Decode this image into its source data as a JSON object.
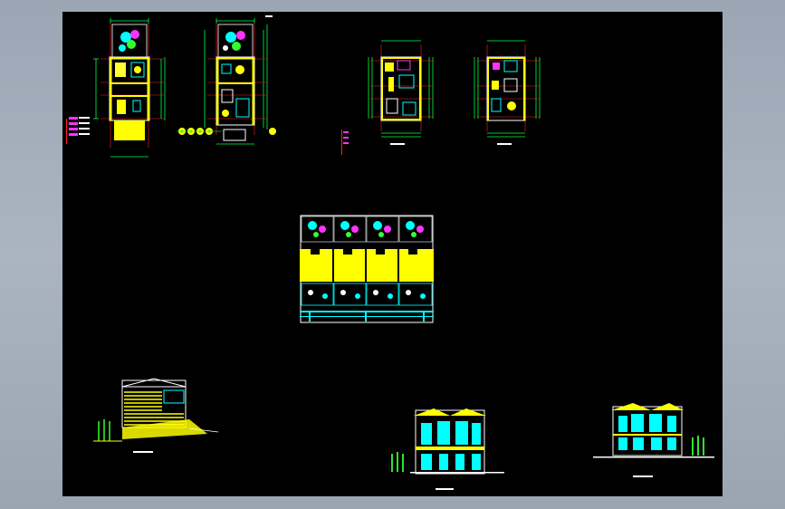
{
  "viewport": {
    "background": "#000000",
    "frame_color": "#a4afbb"
  },
  "colors": {
    "wall": "#ffff00",
    "fill_yellow": "#ffff33",
    "dimension": "#00ff44",
    "axis": "#ff2020",
    "outline": "#ffffff",
    "cyan": "#00ffff",
    "magenta": "#ff33ff",
    "tree": "#33ff33"
  },
  "drawings": {
    "floor_plan_1": "floor-plan",
    "floor_plan_2": "floor-plan",
    "floor_plan_3": "floor-plan",
    "floor_plan_4": "floor-plan",
    "row_house_plan": "site-plan",
    "side_elevation": "elevation",
    "front_elevation": "elevation",
    "rear_elevation": "elevation"
  }
}
